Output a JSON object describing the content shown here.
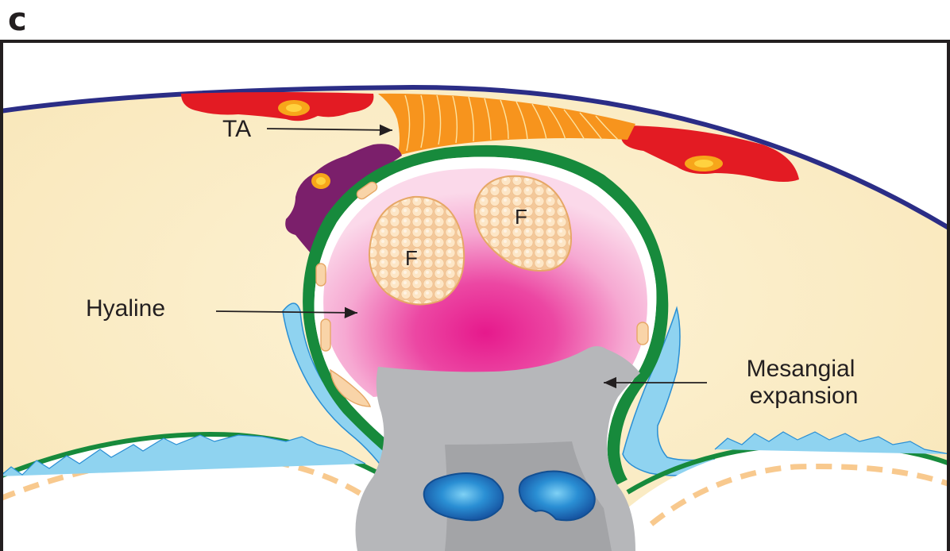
{
  "panel_letter": "c",
  "labels": {
    "ta": "TA",
    "hyaline": "Hyaline",
    "mesangial_line1": "Mesangial",
    "mesangial_line2": "expansion",
    "foam_cell_left": "F",
    "foam_cell_right": "F"
  },
  "colors": {
    "frame": "#231f20",
    "background": "#fbefc8",
    "capsule": "#2b2d86",
    "gbm": "#178a3c",
    "hyaline": "#e6198c",
    "mesangium": "#b6b7ba",
    "arteriole": "#e31b23",
    "tuft_adhesion": "#f7941d",
    "podocyte": "#8fd3f0",
    "foam_cell": "#f9dcb5",
    "endothelial_nucleus": "#1b6fb8"
  }
}
